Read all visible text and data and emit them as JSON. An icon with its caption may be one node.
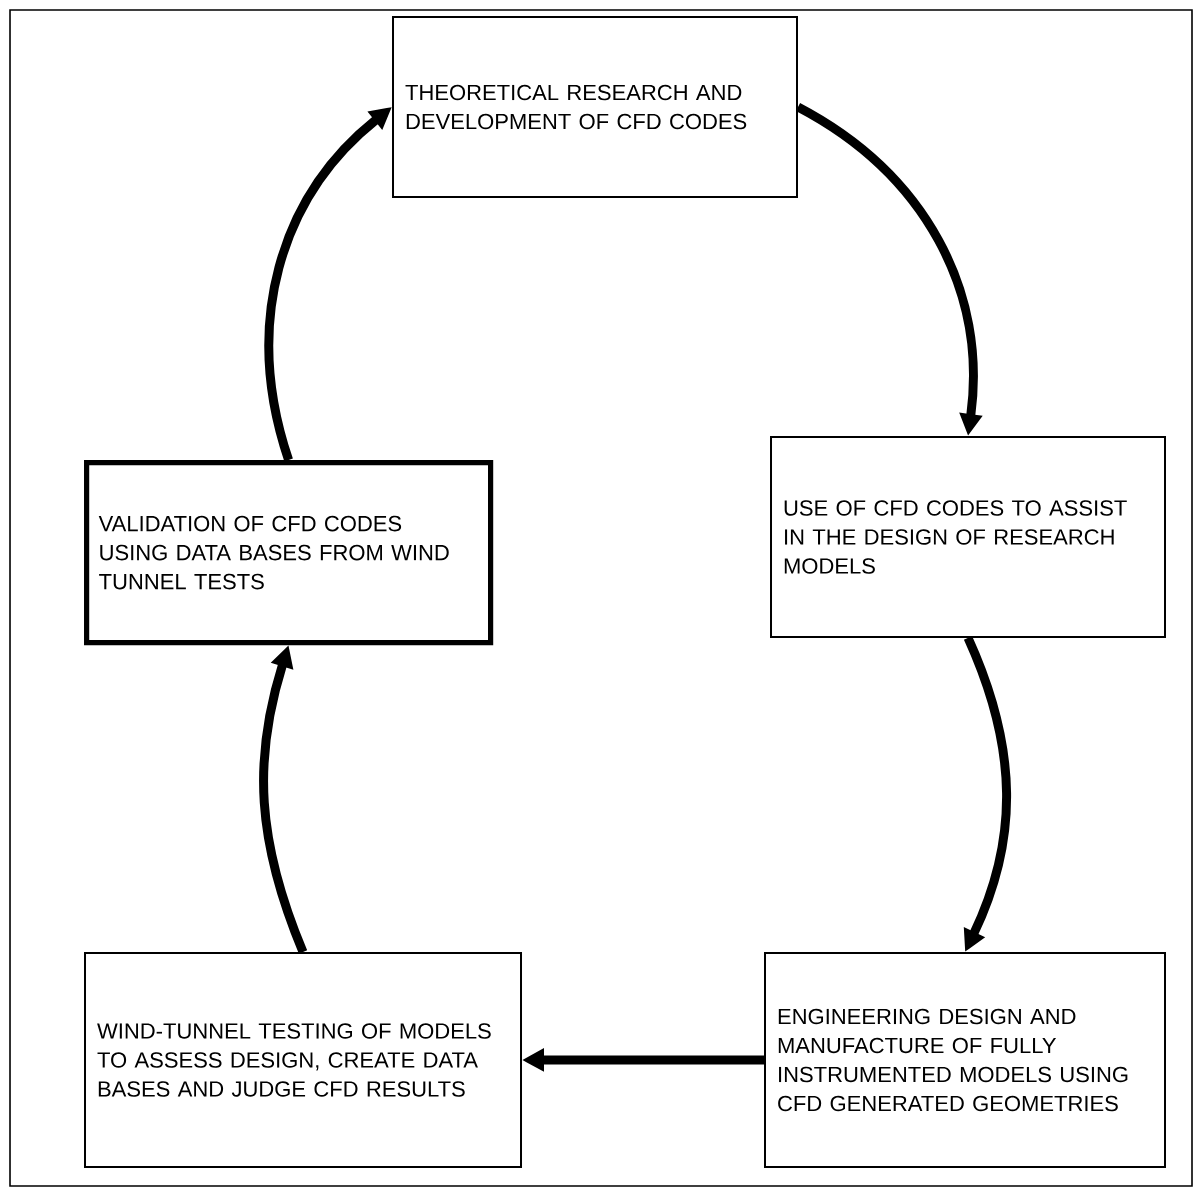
{
  "diagram": {
    "nodes": [
      {
        "text": [
          "THEORETICAL RESEARCH AND DEVELOPMENT OF CFD CODES"
        ]
      },
      {
        "text": [
          "USE OF CFD CODES TO ASSIST IN THE DESIGN OF RESEARCH MODELS"
        ]
      },
      {
        "text": [
          "ENGINEERING DESIGN AND MANUFACTURE OF FULLY INSTRUMENTED MODELS USING CFD GENERATED GEOMETRIES"
        ]
      },
      {
        "text": [
          "WIND-TUNNEL TESTING OF MODELS TO ASSESS DESIGN, CREATE DATA BASES AND JUDGE CFD RESULTS"
        ]
      },
      {
        "text": [
          "VALIDATION OF CFD CODES USING DATA BASES FROM WIND TUNNEL TESTS"
        ]
      }
    ],
    "edges": [
      {
        "from": 0,
        "to": 1,
        "arrow": "to"
      },
      {
        "from": 1,
        "to": 2,
        "arrow": "to"
      },
      {
        "from": 2,
        "to": 3,
        "arrow": "to"
      },
      {
        "from": 3,
        "to": 4,
        "arrow": "to"
      },
      {
        "from": 4,
        "to": 0,
        "arrow": "to"
      }
    ]
  }
}
